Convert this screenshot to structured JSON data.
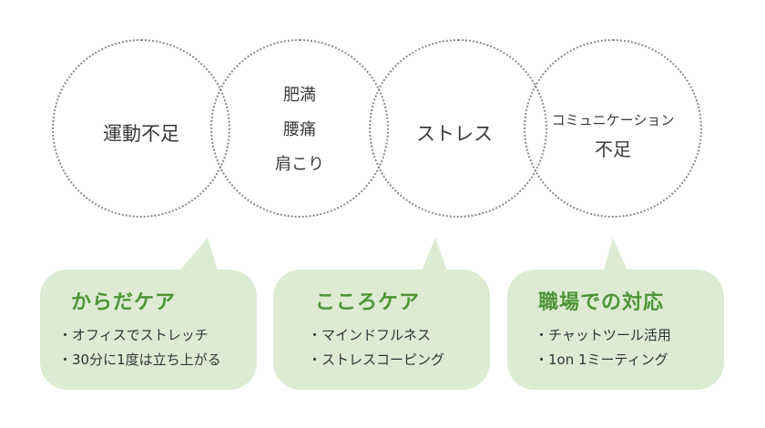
{
  "colors": {
    "bubble_fill": "#dcebd2",
    "title_green": "#4f9438",
    "circle_dots": "#8a8a8a",
    "text": "#333333"
  },
  "circles": [
    {
      "lines": [
        "運動不足"
      ]
    },
    {
      "lines": [
        "肥満",
        "腰痛",
        "肩こり"
      ]
    },
    {
      "lines": [
        "ストレス"
      ]
    },
    {
      "lines": [
        "コミュニケーション",
        "不足"
      ]
    }
  ],
  "bubbles": [
    {
      "title": "からだケア",
      "items": [
        "・オフィスでストレッチ",
        "・30分に1度は立ち上がる"
      ]
    },
    {
      "title": "こころケア",
      "items": [
        "・マインドフルネス",
        "・ストレスコーピング"
      ]
    },
    {
      "title": "職場での対応",
      "items": [
        "・チャットツール活用",
        "・1on 1ミーティング"
      ]
    }
  ]
}
